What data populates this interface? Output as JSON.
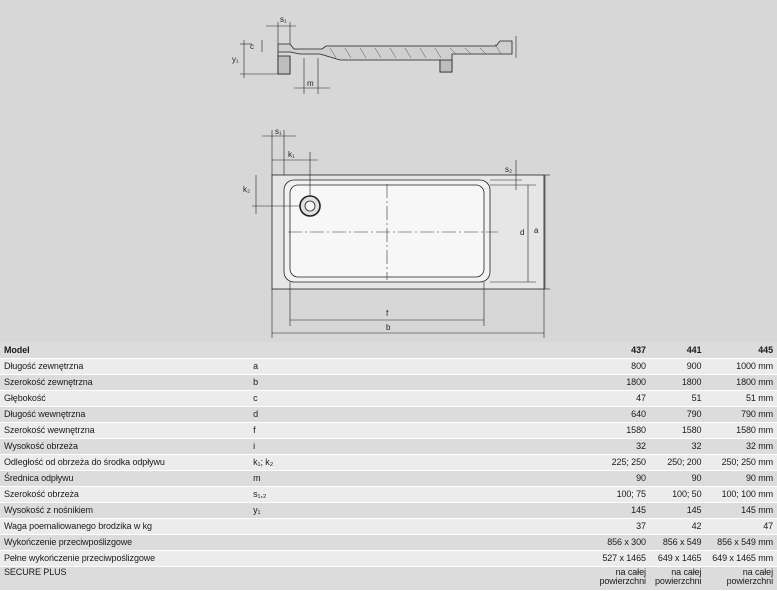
{
  "drawing": {
    "labels": {
      "s1": "s₁",
      "c": "c",
      "y1": "y₁",
      "m": "m",
      "k1": "k₁",
      "k2": "k₂",
      "s2": "s₂",
      "d": "d",
      "a": "a",
      "f": "f",
      "b": "b"
    }
  },
  "table": {
    "header": {
      "label": "Model",
      "sym": "",
      "v1": "437",
      "v2": "441",
      "v3": "445"
    },
    "rows": [
      {
        "label": "Długość zewnętrzna",
        "sym": "a",
        "v1": "800",
        "v2": "900",
        "v3": "1000 mm"
      },
      {
        "label": "Szerokość zewnętrzna",
        "sym": "b",
        "v1": "1800",
        "v2": "1800",
        "v3": "1800 mm"
      },
      {
        "label": "Głębokość",
        "sym": "c",
        "v1": "47",
        "v2": "51",
        "v3": "51 mm"
      },
      {
        "label": "Długość wewnętrzna",
        "sym": "d",
        "v1": "640",
        "v2": "790",
        "v3": "790 mm"
      },
      {
        "label": "Szerokość wewnętrzna",
        "sym": "f",
        "v1": "1580",
        "v2": "1580",
        "v3": "1580 mm"
      },
      {
        "label": "Wysokość obrzeża",
        "sym": "i",
        "v1": "32",
        "v2": "32",
        "v3": "32 mm"
      },
      {
        "label": "Odległość od obrzeża do środka odpływu",
        "sym": "k₁; k₂",
        "v1": "225; 250",
        "v2": "250; 200",
        "v3": "250; 250 mm"
      },
      {
        "label": "Średnica odpływu",
        "sym": "m",
        "v1": "90",
        "v2": "90",
        "v3": "90 mm"
      },
      {
        "label": "Szerokość obrzeża",
        "sym": "s₁,₂",
        "v1": "100; 75",
        "v2": "100; 50",
        "v3": "100; 100 mm"
      },
      {
        "label": "Wysokość z nośnikiem",
        "sym": "y₁",
        "v1": "145",
        "v2": "145",
        "v3": "145 mm"
      },
      {
        "label": "Waga poemaliowanego brodzika w kg",
        "sym": "",
        "v1": "37",
        "v2": "42",
        "v3": "47"
      },
      {
        "label": "Wykończenie przeciwpoślizgowe",
        "sym": "",
        "v1": "856 x 300",
        "v2": "856 x 549",
        "v3": "856 x 549 mm"
      },
      {
        "label": "Pełne wykończenie przeciwpoślizgowe",
        "sym": "",
        "v1": "527 x 1465",
        "v2": "649 x 1465",
        "v3": "649 x 1465 mm"
      }
    ],
    "secure": {
      "label": "SECURE PLUS",
      "v1a": "na całej",
      "v1b": "powierzchni",
      "v2a": "na całej",
      "v2b": "powierzchni",
      "v3a": "na całej",
      "v3b": "powierzchni"
    }
  }
}
